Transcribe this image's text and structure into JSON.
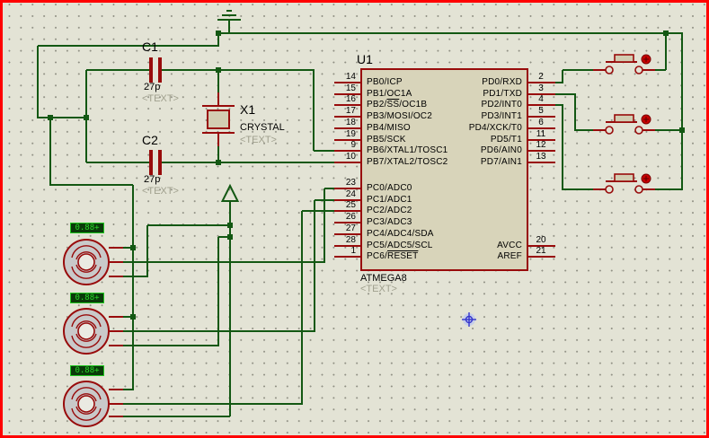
{
  "colors": {
    "canvas_background": "#E3E3D5",
    "canvas_border_red": "#FF0000",
    "wire_green": "#135813",
    "component_red": "#980B0B",
    "chip_fill": "#D8D4BA",
    "component_fill": "#D2CDB2",
    "motor_fill": "#C9C9C9",
    "display_frame_green": "#1FC81F",
    "display_background": "#0A3A0A",
    "display_text_green": "#2ADA2A",
    "placeholder_gray": "#A0A08E",
    "button_actuator_red": "#C80000",
    "origin_marker_blue": "#3535CC"
  },
  "chip": {
    "ref": "U1",
    "value": "ATMEGA8",
    "placeholder": "<TEXT>",
    "pins_left_top": [
      {
        "num": "14",
        "label": "PB0/ICP"
      },
      {
        "num": "15",
        "label": "PB1/OC1A"
      },
      {
        "num": "16",
        "label": "PB2/SS/OC1B",
        "overline": "SS"
      },
      {
        "num": "17",
        "label": "PB3/MOSI/OC2"
      },
      {
        "num": "18",
        "label": "PB4/MISO"
      },
      {
        "num": "19",
        "label": "PB5/SCK"
      },
      {
        "num": "9",
        "label": "PB6/XTAL1/TOSC1"
      },
      {
        "num": "10",
        "label": "PB7/XTAL2/TOSC2"
      }
    ],
    "pins_left_bottom": [
      {
        "num": "23",
        "label": "PC0/ADC0"
      },
      {
        "num": "24",
        "label": "PC1/ADC1"
      },
      {
        "num": "25",
        "label": "PC2/ADC2"
      },
      {
        "num": "26",
        "label": "PC3/ADC3"
      },
      {
        "num": "27",
        "label": "PC4/ADC4/SDA"
      },
      {
        "num": "28",
        "label": "PC5/ADC5/SCL"
      },
      {
        "num": "1",
        "label": "PC6/RESET",
        "overline": "RESET"
      }
    ],
    "pins_right": [
      {
        "num": "2",
        "label": "PD0/RXD"
      },
      {
        "num": "3",
        "label": "PD1/TXD"
      },
      {
        "num": "4",
        "label": "PD2/INT0"
      },
      {
        "num": "5",
        "label": "PD3/INT1"
      },
      {
        "num": "6",
        "label": "PD4/XCK/T0"
      },
      {
        "num": "11",
        "label": "PD5/T1"
      },
      {
        "num": "12",
        "label": "PD6/AIN0"
      },
      {
        "num": "13",
        "label": "PD7/AIN1"
      }
    ],
    "pins_right_bottom": [
      {
        "num": "20",
        "label": "AVCC"
      },
      {
        "num": "21",
        "label": "AREF"
      }
    ]
  },
  "capacitors": [
    {
      "ref": "C1",
      "value": "27p",
      "placeholder": "<TEXT>"
    },
    {
      "ref": "C2",
      "value": "27p",
      "placeholder": "<TEXT>"
    }
  ],
  "crystal": {
    "ref": "X1",
    "value": "CRYSTAL",
    "placeholder": "<TEXT>"
  },
  "motors": [
    {
      "display": "0.88+"
    },
    {
      "display": "0.88+"
    },
    {
      "display": "0.88+"
    }
  ]
}
